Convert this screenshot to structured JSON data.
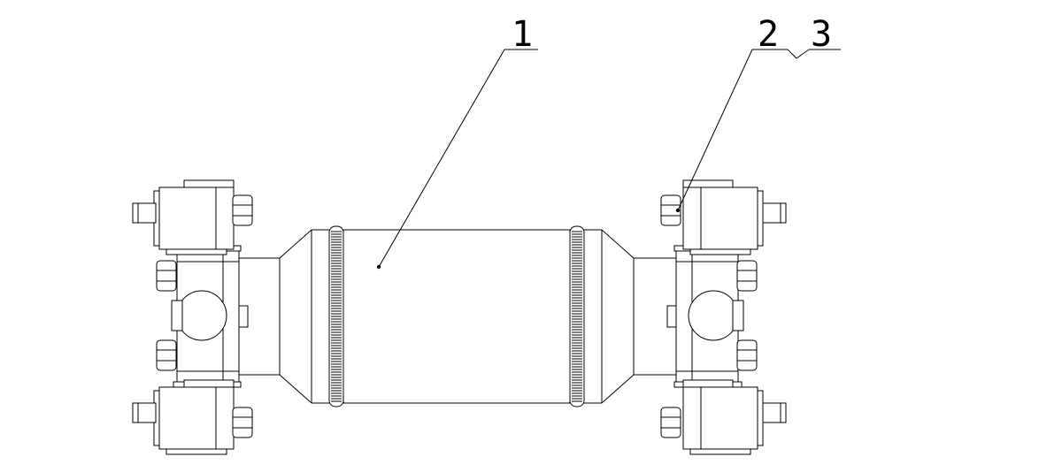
{
  "labels": {
    "part_1": "1",
    "part_2": "2",
    "part_3": "3"
  },
  "colors": {
    "stroke": "#000000",
    "background": "#ffffff"
  }
}
